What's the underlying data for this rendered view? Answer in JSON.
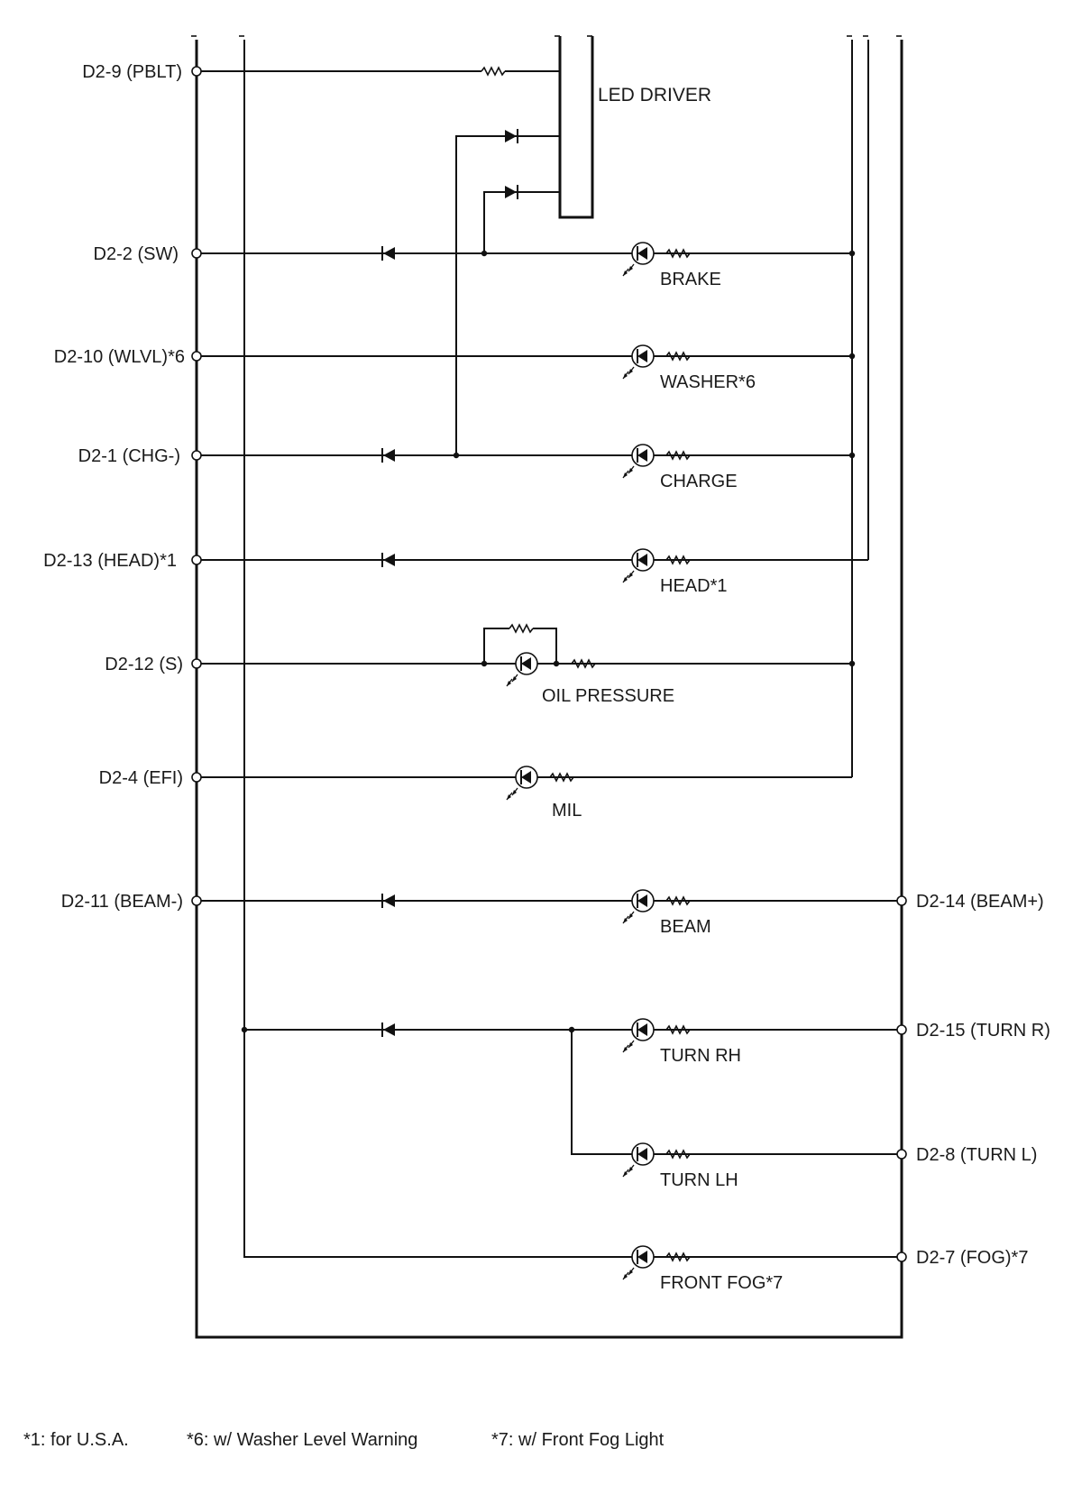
{
  "pins_left": [
    {
      "label": "D2-9 (PBLT)"
    },
    {
      "label": "D2-2 (SW)"
    },
    {
      "label": "D2-10 (WLVL)*6"
    },
    {
      "label": "D2-1 (CHG-)"
    },
    {
      "label": "D2-13 (HEAD)*1"
    },
    {
      "label": "D2-12 (S)"
    },
    {
      "label": "D2-4 (EFI)"
    },
    {
      "label": "D2-11 (BEAM-)"
    }
  ],
  "pins_right": [
    {
      "label": "D2-14 (BEAM+)"
    },
    {
      "label": "D2-15 (TURN R)"
    },
    {
      "label": "D2-8 (TURN L)"
    },
    {
      "label": "D2-7 (FOG)*7"
    }
  ],
  "led_driver": {
    "label": "LED DRIVER"
  },
  "lamps": [
    {
      "label": "BRAKE"
    },
    {
      "label": "WASHER*6"
    },
    {
      "label": "CHARGE"
    },
    {
      "label": "HEAD*1"
    },
    {
      "label": "OIL PRESSURE"
    },
    {
      "label": "MIL"
    },
    {
      "label": "BEAM"
    },
    {
      "label": "TURN RH"
    },
    {
      "label": "TURN LH"
    },
    {
      "label": "FRONT FOG*7"
    }
  ],
  "notes": [
    {
      "text": "*1: for U.S.A."
    },
    {
      "text": "*6: w/ Washer Level Warning"
    },
    {
      "text": "*7: w/ Front Fog Light"
    }
  ]
}
